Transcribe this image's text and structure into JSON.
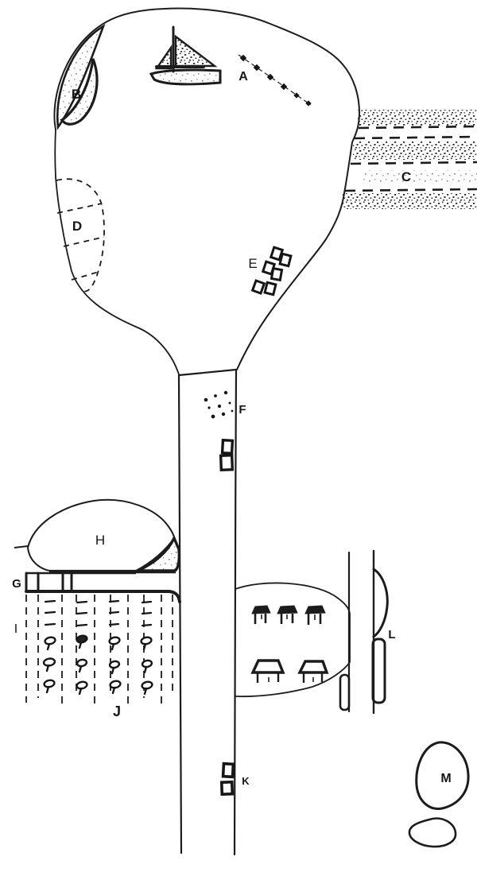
{
  "page": {
    "kind": "hand-drawn sketch map of a lake narrowing into a river",
    "background_color": "#ffffff",
    "ink_color": "#1c1c1c"
  },
  "labels": {
    "A": "A",
    "B": "B",
    "C": "C",
    "D": "D",
    "E": "E",
    "F": "F",
    "G": "G",
    "H": "H",
    "I": "I",
    "J": "J",
    "K": "K",
    "L": "L",
    "M": "M"
  },
  "features": {
    "A": "sailboat-icon with dotted-route-arrow",
    "B": "crescent-spit-cove-icon",
    "C": "stippled-shore-bands-icon",
    "D": "dashed-terraced-plots-icon",
    "E": "square-markers-cluster-icon",
    "F": "dot-scatter-icon",
    "G": "gated-barrier-icon",
    "H": "oval-clearing-icon",
    "I": "dashed-column-field-icon",
    "J": "orchard-plants-grid-icon",
    "K": "riverbank-buildings-icon",
    "L": "roadside-plots-icon",
    "M": "boulders-icon"
  }
}
